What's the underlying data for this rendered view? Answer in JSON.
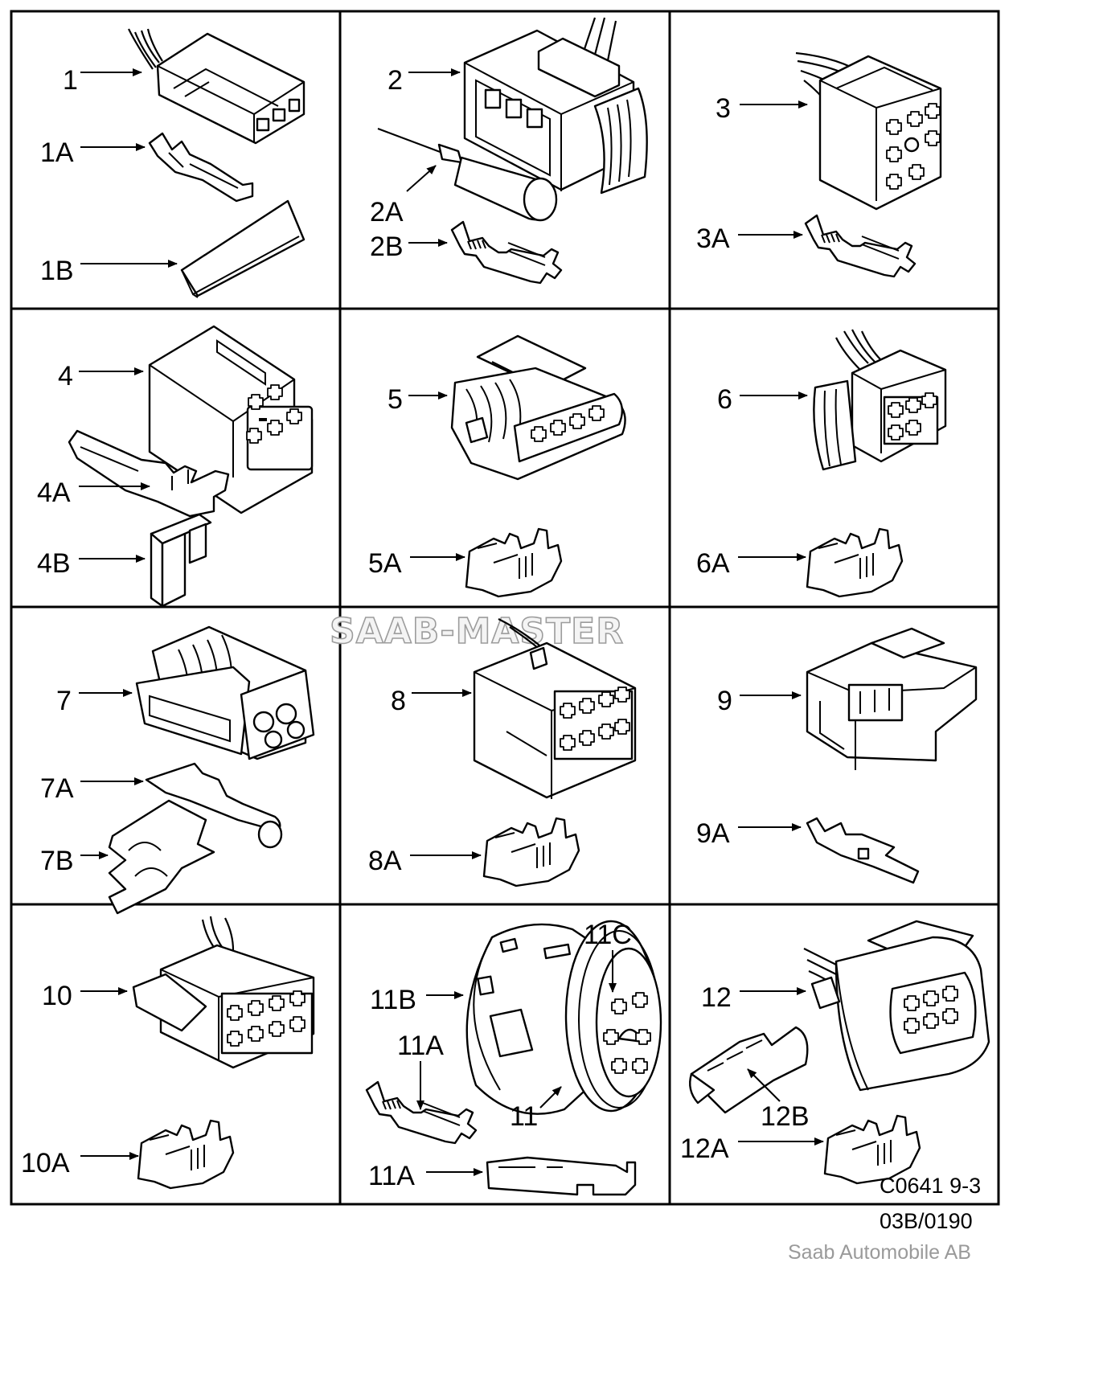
{
  "grid": {
    "rows": 4,
    "cols": 3
  },
  "watermark": "SAAB-MASTER",
  "drawing_code": "C0641 9-3",
  "reference": "03B/0190",
  "copyright": "Saab Automobile AB",
  "labels": {
    "l1": "1",
    "l1A": "1A",
    "l1B": "1B",
    "l2": "2",
    "l2A": "2A",
    "l2B": "2B",
    "l3": "3",
    "l3A": "3A",
    "l4": "4",
    "l4A": "4A",
    "l4B": "4B",
    "l5": "5",
    "l5A": "5A",
    "l6": "6",
    "l6A": "6A",
    "l7": "7",
    "l7A": "7A",
    "l7B": "7B",
    "l8": "8",
    "l8A": "8A",
    "l9": "9",
    "l9A": "9A",
    "l10": "10",
    "l10A": "10A",
    "l11": "11",
    "l11A_1": "11A",
    "l11A_2": "11A",
    "l11B": "11B",
    "l11C": "11C",
    "l12": "12",
    "l12A": "12A",
    "l12B": "12B"
  }
}
